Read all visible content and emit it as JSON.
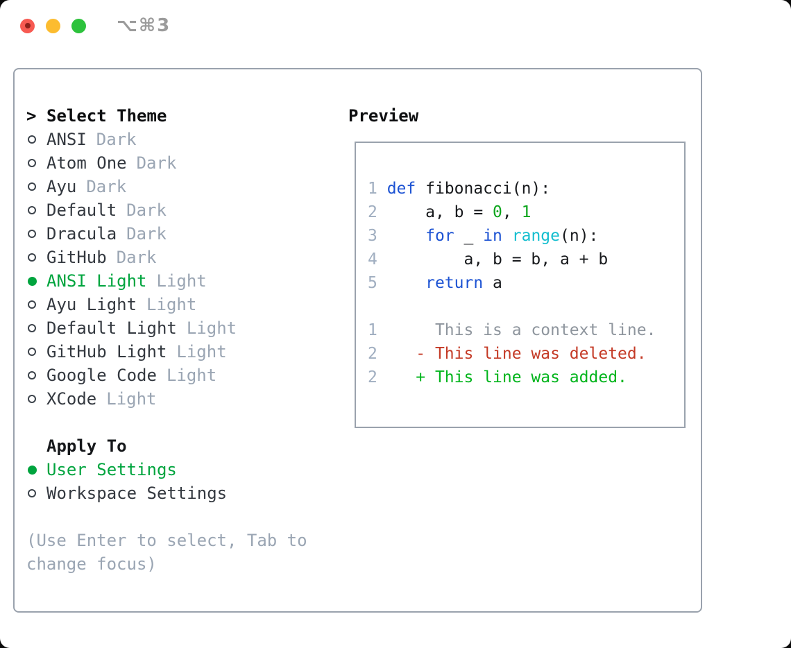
{
  "window": {
    "shortcut": "⌥⌘3"
  },
  "colors": {
    "border_gray": "#9aa2ad",
    "accent_green": "#00a43e",
    "name_dark": "#33383f",
    "muted_gray": "#9aa5b3",
    "line_number_gray": "#a0aec0",
    "keyword_blue": "#1d53d3",
    "builtin_cyan": "#14becf",
    "literal_green": "#0da51d",
    "context_gray": "#8e959d",
    "deleted_red": "#c43a26",
    "added_green": "#00b41b",
    "code_black": "#17191c",
    "traffic_red": "#f75a52",
    "traffic_yellow": "#fcbc2f",
    "traffic_green": "#2dc23c"
  },
  "left_panel": {
    "title_marker": ">",
    "title": "Select Theme",
    "themes": [
      {
        "name": "ANSI",
        "tag": "Dark",
        "selected": false
      },
      {
        "name": "Atom One",
        "tag": "Dark",
        "selected": false
      },
      {
        "name": "Ayu",
        "tag": "Dark",
        "selected": false
      },
      {
        "name": "Default",
        "tag": "Dark",
        "selected": false
      },
      {
        "name": "Dracula",
        "tag": "Dark",
        "selected": false
      },
      {
        "name": "GitHub",
        "tag": "Dark",
        "selected": false
      },
      {
        "name": "ANSI Light",
        "tag": "Light",
        "selected": true
      },
      {
        "name": "Ayu Light",
        "tag": "Light",
        "selected": false
      },
      {
        "name": "Default Light",
        "tag": "Light",
        "selected": false
      },
      {
        "name": "GitHub Light",
        "tag": "Light",
        "selected": false
      },
      {
        "name": "Google Code",
        "tag": "Light",
        "selected": false
      },
      {
        "name": "XCode",
        "tag": "Light",
        "selected": false
      }
    ],
    "apply_to": {
      "title": "Apply To",
      "options": [
        {
          "name": "User Settings",
          "selected": true
        },
        {
          "name": "Workspace Settings",
          "selected": false
        }
      ]
    },
    "help_lines": [
      "(Use Enter to select, Tab to",
      "change focus)"
    ]
  },
  "preview": {
    "title": "Preview",
    "code_lines": [
      [
        {
          "t": "1 ",
          "c": "ln"
        },
        {
          "t": "def",
          "c": "kw"
        },
        {
          "t": " fibonacci(n):",
          "c": "t"
        }
      ],
      [
        {
          "t": "2 ",
          "c": "ln"
        },
        {
          "t": "    a, b = ",
          "c": "t"
        },
        {
          "t": "0",
          "c": "lit"
        },
        {
          "t": ", ",
          "c": "t"
        },
        {
          "t": "1",
          "c": "lit"
        }
      ],
      [
        {
          "t": "3 ",
          "c": "ln"
        },
        {
          "t": "    ",
          "c": "t"
        },
        {
          "t": "for",
          "c": "kw"
        },
        {
          "t": " _ ",
          "c": "t"
        },
        {
          "t": "in",
          "c": "kw"
        },
        {
          "t": " ",
          "c": "t"
        },
        {
          "t": "range",
          "c": "bi"
        },
        {
          "t": "(n):",
          "c": "t"
        }
      ],
      [
        {
          "t": "4 ",
          "c": "ln"
        },
        {
          "t": "        a, b = b, a + b",
          "c": "t"
        }
      ],
      [
        {
          "t": "5 ",
          "c": "ln"
        },
        {
          "t": "    ",
          "c": "t"
        },
        {
          "t": "return",
          "c": "kw"
        },
        {
          "t": " a",
          "c": "t"
        }
      ],
      [],
      [
        {
          "t": "1",
          "c": "ln"
        },
        {
          "t": "      This is a context line.",
          "c": "ctx"
        }
      ],
      [
        {
          "t": "2",
          "c": "ln"
        },
        {
          "t": "    ",
          "c": "t"
        },
        {
          "t": "- This line was deleted.",
          "c": "del"
        }
      ],
      [
        {
          "t": "2",
          "c": "ln"
        },
        {
          "t": "    ",
          "c": "t"
        },
        {
          "t": "+ This line was added.",
          "c": "add"
        }
      ]
    ]
  }
}
